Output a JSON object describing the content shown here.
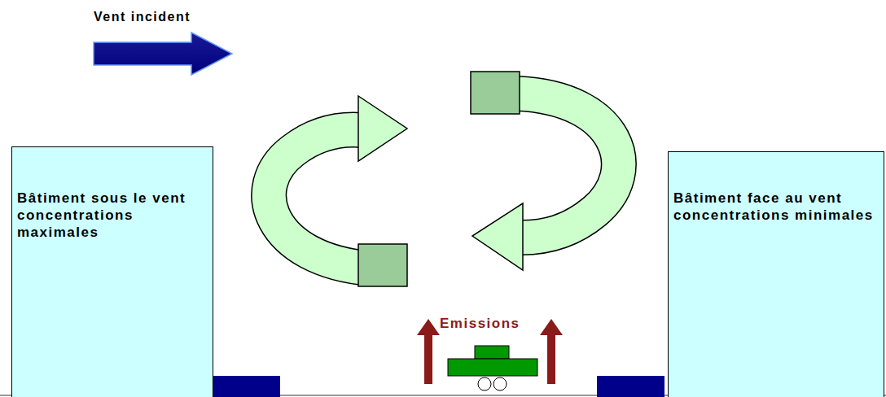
{
  "diagram": {
    "nodes": [
      {
        "text": [
          "Bâtiment sous le vent concentrations maximales"
        ]
      },
      {
        "text": [
          "Bâtiment face au vent concentrations minimales"
        ]
      }
    ],
    "labels": [
      "Vent incident",
      "Emissions"
    ]
  }
}
